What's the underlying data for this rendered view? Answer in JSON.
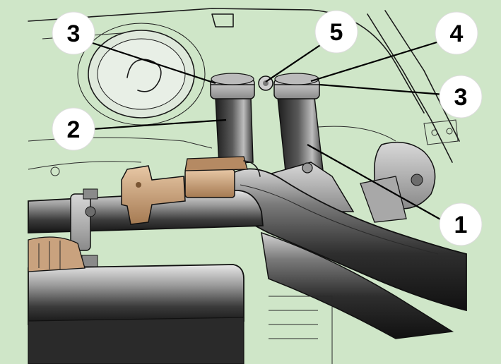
{
  "callouts": [
    {
      "id": "c3a",
      "label": "3"
    },
    {
      "id": "c5",
      "label": "5"
    },
    {
      "id": "c4",
      "label": "4"
    },
    {
      "id": "c3b",
      "label": "3"
    },
    {
      "id": "c2",
      "label": "2"
    },
    {
      "id": "c1",
      "label": "1"
    }
  ],
  "colors": {
    "background": "#cfe6c8",
    "pipe_dark": "#3a3a3a",
    "pipe_light": "#d9d9d9",
    "sensor_brown": "#c9a27e",
    "line": "#1a1a1a"
  }
}
